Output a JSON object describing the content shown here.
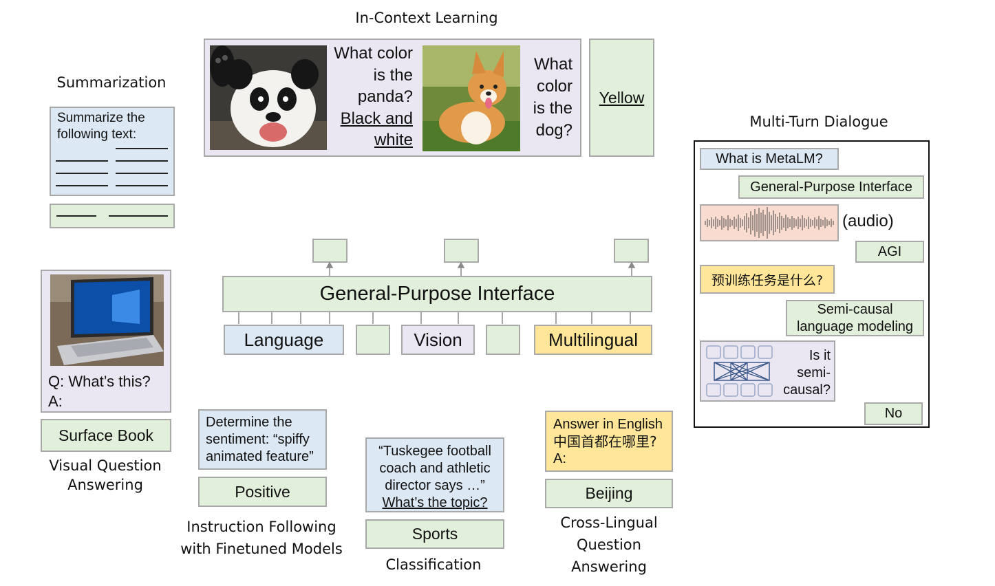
{
  "in_context": {
    "title": "In-Context Learning",
    "q1": [
      "What color",
      "is the",
      "panda?"
    ],
    "a1": [
      "Black and",
      "white"
    ],
    "q2": [
      "What",
      "color",
      "is the",
      "dog?"
    ],
    "answer": "Yellow"
  },
  "summarization": {
    "title": "Summarization",
    "prompt": [
      "Summarize the",
      "following text:"
    ]
  },
  "vqa": {
    "question": "Q: What’s this?",
    "answer_prefix": "A:",
    "answer": "Surface Book",
    "caption": [
      "Visual Question",
      "Answering"
    ]
  },
  "interface": {
    "title": "General-Purpose Interface",
    "inputs": [
      "Language",
      "Vision",
      "Multilingual"
    ]
  },
  "instruction": {
    "prompt": [
      "Determine the",
      "sentiment: “spiffy",
      "animated feature”"
    ],
    "answer": "Positive",
    "caption": [
      "Instruction Following",
      "with Finetuned Models"
    ]
  },
  "classification": {
    "prompt": [
      "“Tuskegee football",
      "coach and athletic",
      "director says …”"
    ],
    "question": "What’s the topic?",
    "answer": "Sports",
    "caption": "Classification"
  },
  "crosslingual": {
    "prompt": [
      "Answer in English",
      "中国首都在哪里?",
      "A:"
    ],
    "answer": "Beijing",
    "caption": [
      "Cross-Lingual",
      "Question",
      "Answering"
    ]
  },
  "dialogue": {
    "title": "Multi-Turn Dialogue",
    "q1": "What is MetaLM?",
    "a1": "General-Purpose Interface",
    "audio_label": "(audio)",
    "a2": "AGI",
    "q3": "预训练任务是什么?",
    "a3": [
      "Semi-causal",
      "language modeling"
    ],
    "q4": [
      "Is it",
      "semi-",
      "causal?"
    ],
    "a4": "No"
  },
  "colors": {
    "green": "#e2efda",
    "blue": "#dde8f5",
    "lavender": "#eae6f2",
    "yellow": "#ffe699",
    "pink": "#fadbd0",
    "border": "#a9a9a9"
  },
  "icons": [
    "panda-photo",
    "corgi-photo",
    "laptop-photo",
    "audio-waveform-icon",
    "attention-mask-icon",
    "arrow-up-icon"
  ]
}
